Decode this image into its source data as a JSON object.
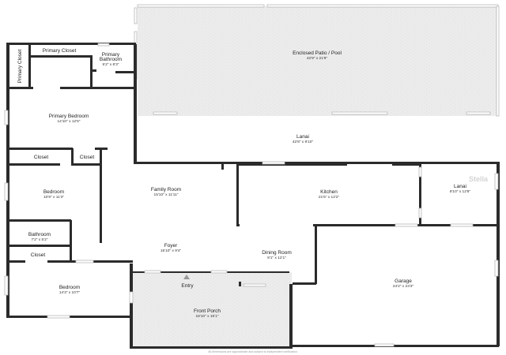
{
  "rooms": {
    "patio": {
      "name": "Enclosed Patio / Pool",
      "dim": "42'9\" x 21'9\""
    },
    "lanai_top": {
      "name": "Lanai",
      "dim": "42'8\" x 9'10\""
    },
    "lanai_side": {
      "name": "Lanai",
      "dim": "8'10\" x 12'8\""
    },
    "primary_closet_top": {
      "name": "Primary Closet"
    },
    "primary_closet_side": {
      "name": "Primary Closet"
    },
    "primary_bathroom": {
      "name": "Primary Bathroom",
      "line1": "Primary",
      "line2": "Bathroom",
      "dim": "5'2\" x 8'3\""
    },
    "primary_bedroom": {
      "name": "Primary Bedroom",
      "dim": "14'10\" x 12'5\""
    },
    "closet_a": {
      "name": "Closet"
    },
    "closet_b": {
      "name": "Closet"
    },
    "bedroom_1": {
      "name": "Bedroom",
      "dim": "10'9\" x 11'3\""
    },
    "family_room": {
      "name": "Family Room",
      "dim": "15'10\" x 11'11\""
    },
    "kitchen": {
      "name": "Kitchen",
      "dim": "21'5\" x 12'2\""
    },
    "bathroom": {
      "name": "Bathroom",
      "dim": "7'2\" x 5'2\""
    },
    "closet_c": {
      "name": "Closet"
    },
    "foyer": {
      "name": "Foyer",
      "dim": "15'10\" x 9'4\""
    },
    "dining_room": {
      "name": "Dining Room",
      "dim": "9'1\" x 12'1\""
    },
    "bedroom_2": {
      "name": "Bedroom",
      "dim": "14'3\" x 10'7\""
    },
    "entry": {
      "name": "Entry"
    },
    "front_porch": {
      "name": "Front Porch",
      "dim": "18'10\" x 15'1\""
    },
    "garage": {
      "name": "Garage",
      "dim": "24'2\" x 24'3\""
    }
  },
  "watermark": "Stella",
  "footer": "All dimensions are approximate and subject to independent verification.",
  "colors": {
    "wall": "#2b2b2b",
    "tile": "#e4e4e4",
    "background": "#ffffff"
  }
}
